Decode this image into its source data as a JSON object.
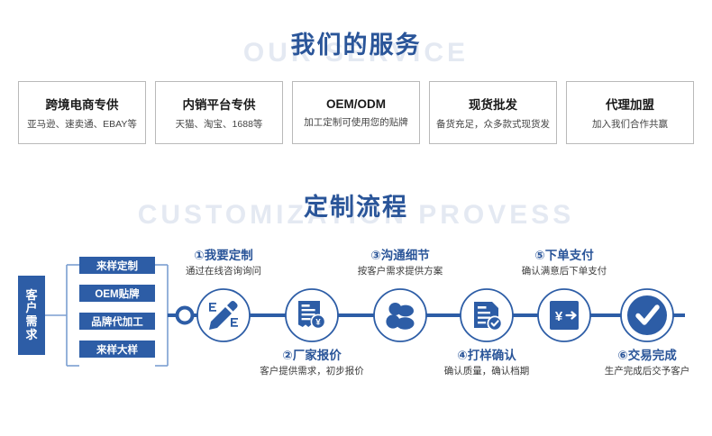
{
  "services_section": {
    "title_zh": "我们的服务",
    "title_en_watermark": "OUR SERVICE",
    "accent_color": "#2a5599",
    "cards": [
      {
        "title": "跨境电商专供",
        "subtitle": "亚马逊、速卖通、EBAY等"
      },
      {
        "title": "内销平台专供",
        "subtitle": "天猫、淘宝、1688等"
      },
      {
        "title": "OEM/ODM",
        "subtitle": "加工定制可使用您的贴牌"
      },
      {
        "title": "现货批发",
        "subtitle": "备货充足，众多款式现货发"
      },
      {
        "title": "代理加盟",
        "subtitle": "加入我们合作共赢"
      }
    ]
  },
  "flow_section": {
    "title_zh": "定制流程",
    "title_en_watermark": "CUSTOMIZATION PROVESS",
    "box_color": "#2d5da6",
    "line_color": "#2d5da6",
    "customer_need": {
      "label": "客户需求",
      "chars": [
        "客",
        "户",
        "需",
        "求"
      ]
    },
    "need_types": [
      {
        "label": "来样定制"
      },
      {
        "label": "OEM贴牌"
      },
      {
        "label": "品牌代加工"
      },
      {
        "label": "来样大样"
      }
    ],
    "steps": [
      {
        "number": "①",
        "title": "我要定制",
        "desc": "通过在线咨询询问",
        "icon": "pencil-design-icon",
        "position": "above"
      },
      {
        "number": "②",
        "title": "厂家报价",
        "desc": "客户提供需求，初步报价",
        "icon": "quote-document-icon",
        "position": "below"
      },
      {
        "number": "③",
        "title": "沟通细节",
        "desc": "按客户需求提供方案",
        "icon": "two-people-icon",
        "position": "above"
      },
      {
        "number": "④",
        "title": "打样确认",
        "desc": "确认质量，确认档期",
        "icon": "document-check-icon",
        "position": "below"
      },
      {
        "number": "⑤",
        "title": "下单支付",
        "desc": "确认满意后下单支付",
        "icon": "payment-yen-icon",
        "position": "above"
      },
      {
        "number": "⑥",
        "title": "交易完成",
        "desc": "生产完成后交予客户",
        "icon": "check-circle-icon",
        "position": "below"
      }
    ]
  }
}
